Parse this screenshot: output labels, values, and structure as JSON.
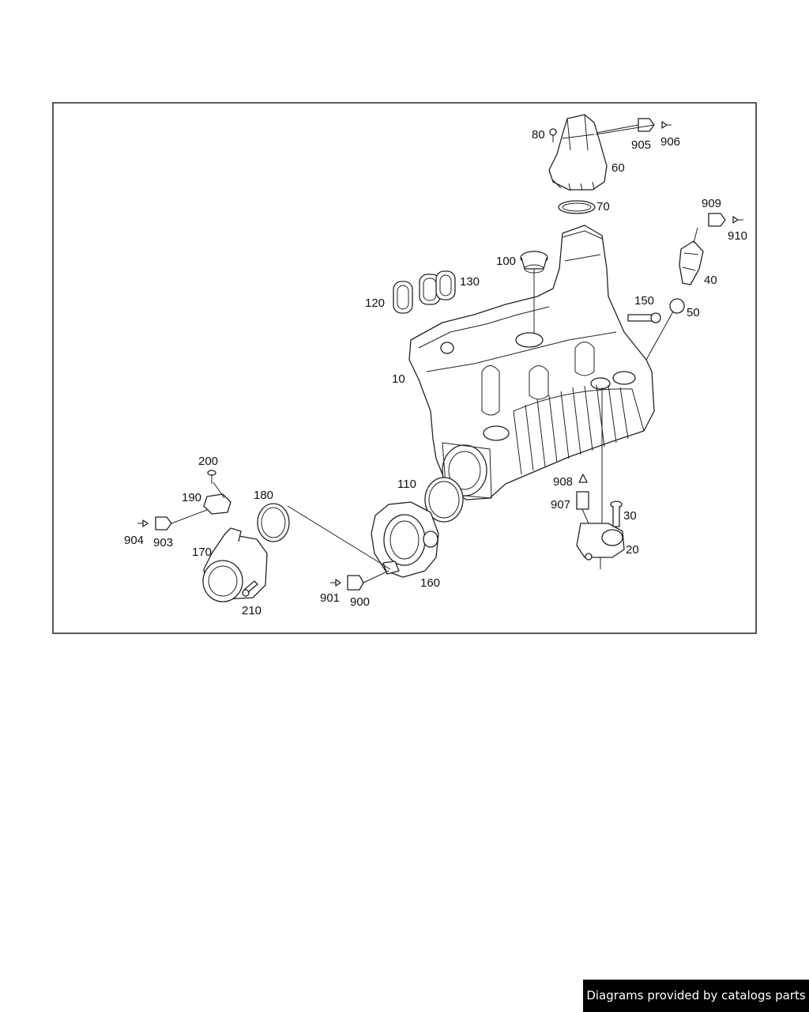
{
  "diagram": {
    "callouts": [
      "10",
      "20",
      "30",
      "40",
      "50",
      "60",
      "70",
      "80",
      "100",
      "110",
      "120",
      "130",
      "150",
      "160",
      "170",
      "180",
      "190",
      "200",
      "210",
      "900",
      "901",
      "903",
      "904",
      "905",
      "906",
      "907",
      "908",
      "909",
      "910"
    ]
  },
  "footer": {
    "credit": "Diagrams provided by catalogs parts"
  }
}
